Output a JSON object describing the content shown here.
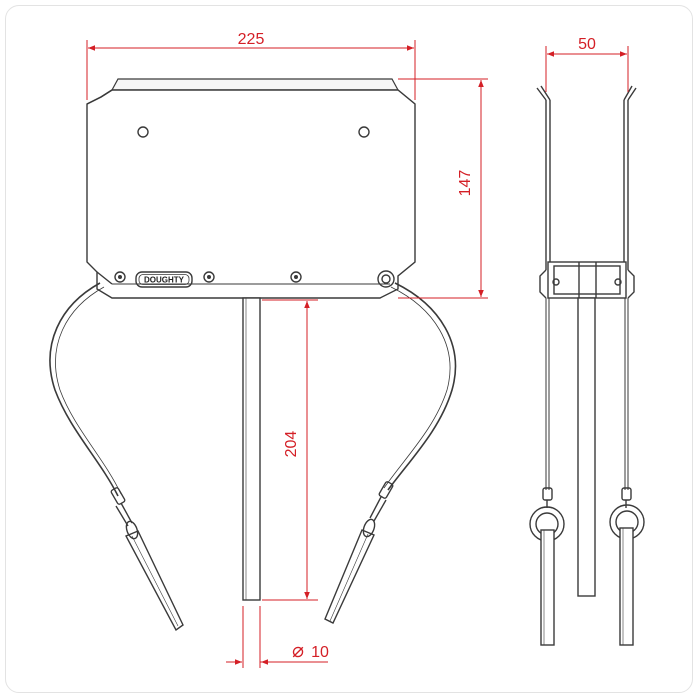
{
  "colors": {
    "dimension": "#d41f26",
    "line": "#3a3a3a",
    "frame": "#e3e3e3"
  },
  "dimensions": {
    "front_width": "225",
    "front_height": "147",
    "pin_length": "204",
    "pin_diameter": "10",
    "diameter_symbol": "⌀",
    "side_width": "50"
  },
  "logo": {
    "text": "DOUGHTY"
  }
}
